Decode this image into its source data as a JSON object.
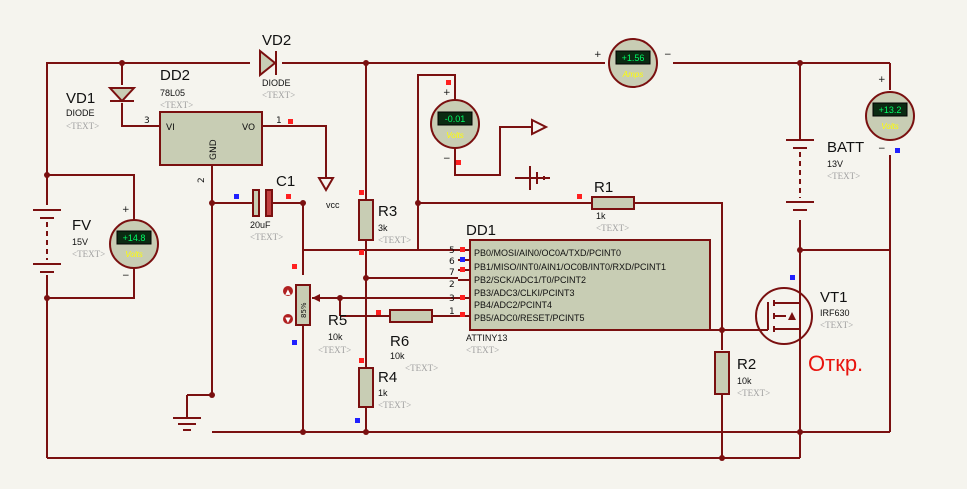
{
  "colors": {
    "wire": "#7a1010",
    "component_fill": "#c8cdb4",
    "meter_fill": "#c8cdb4",
    "meter_display": "#0b2a12",
    "meter_text": "#00ff66",
    "text_placeholder": "#a0a0a0",
    "status_red": "#e8140e",
    "pin_red": "#ff2020",
    "pin_blue": "#2020ff"
  },
  "components": {
    "vd1": {
      "name": "VD1",
      "type": "DIODE",
      "text": "<TEXT>"
    },
    "vd2": {
      "name": "VD2",
      "type": "DIODE",
      "text": "<TEXT>"
    },
    "dd2": {
      "name": "DD2",
      "type": "78L05",
      "text": "<TEXT>",
      "pin_vi": "VI",
      "pin_vo": "VO",
      "pin_gnd": "GND",
      "pin3": "3",
      "pin1": "1",
      "pin2": "2"
    },
    "c1": {
      "name": "C1",
      "value": "20uF",
      "text": "<TEXT>"
    },
    "fv": {
      "name": "FV",
      "value": "15V",
      "text": "<TEXT>"
    },
    "batt": {
      "name": "BATT",
      "value": "13V",
      "text": "<TEXT>"
    },
    "r1": {
      "name": "R1",
      "value": "1k",
      "text": "<TEXT>"
    },
    "r2": {
      "name": "R2",
      "value": "10k",
      "text": "<TEXT>"
    },
    "r3": {
      "name": "R3",
      "value": "3k",
      "text": "<TEXT>"
    },
    "r4": {
      "name": "R4",
      "value": "1k",
      "text": "<TEXT>"
    },
    "r5": {
      "name": "R5",
      "value": "10k",
      "text": "<TEXT>",
      "percent": "85%"
    },
    "r6": {
      "name": "R6",
      "value": "10k",
      "text": "<TEXT>"
    },
    "vt1": {
      "name": "VT1",
      "value": "IRF630",
      "text": "<TEXT>"
    },
    "vcc": {
      "label": "vcc"
    },
    "dd1": {
      "name": "DD1",
      "part": "ATTINY13",
      "text": "<TEXT>",
      "pins": [
        {
          "num": "5",
          "label": "PB0/MOSI/AIN0/OC0A/TXD/PCINT0"
        },
        {
          "num": "6",
          "label": "PB1/MISO/INT0/AIN1/OC0B/INT0/RXD/PCINT1"
        },
        {
          "num": "7",
          "label": "PB2/SCK/ADC1/T0/PCINT2"
        },
        {
          "num": "2",
          "label": "PB3/ADC3/CLKI/PCINT3"
        },
        {
          "num": "3",
          "label": "PB4/ADC2/PCINT4"
        },
        {
          "num": "1",
          "label": "PB5/ADC0/RESET/PCINT5"
        }
      ]
    }
  },
  "meters": {
    "fv_volts": {
      "value": "+14.8",
      "unit": "Volts"
    },
    "amps": {
      "value": "+1.56",
      "unit": "Amps"
    },
    "mid_volts": {
      "value": "-0.01",
      "unit": "Volts"
    },
    "batt_volts": {
      "value": "+13.2",
      "unit": "Volts"
    }
  },
  "status": {
    "label": "Откр."
  },
  "signs": {
    "plus": "+",
    "minus": "−"
  }
}
